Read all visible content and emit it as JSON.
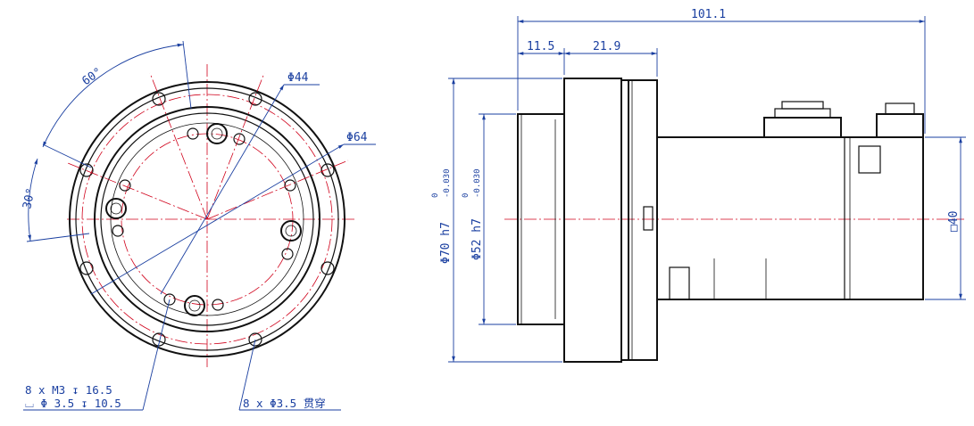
{
  "front_view": {
    "angle_60": "60°",
    "angle_30": "30°",
    "dia_44": "Φ44",
    "dia_64": "Φ64",
    "note_thread_line1": "8 x M3 ↧ 16.5",
    "note_thread_line2": "⌴ Φ 3.5 ↧ 10.5",
    "note_through": "8 x Φ3.5 贯穿"
  },
  "side_view": {
    "len_total": "101.1",
    "len_11_5": "11.5",
    "len_21_9": "21.9",
    "dia_70": "Φ70 h7",
    "dia_70_tol_upper": "0",
    "dia_70_tol_lower": "-0.030",
    "dia_52": "Φ52 h7",
    "dia_52_tol_upper": "0",
    "dia_52_tol_lower": "-0.030",
    "square_40": "□40"
  },
  "colors": {
    "dimension": "#1a3fa0",
    "centerline": "#d0021b",
    "outline": "#111111"
  }
}
